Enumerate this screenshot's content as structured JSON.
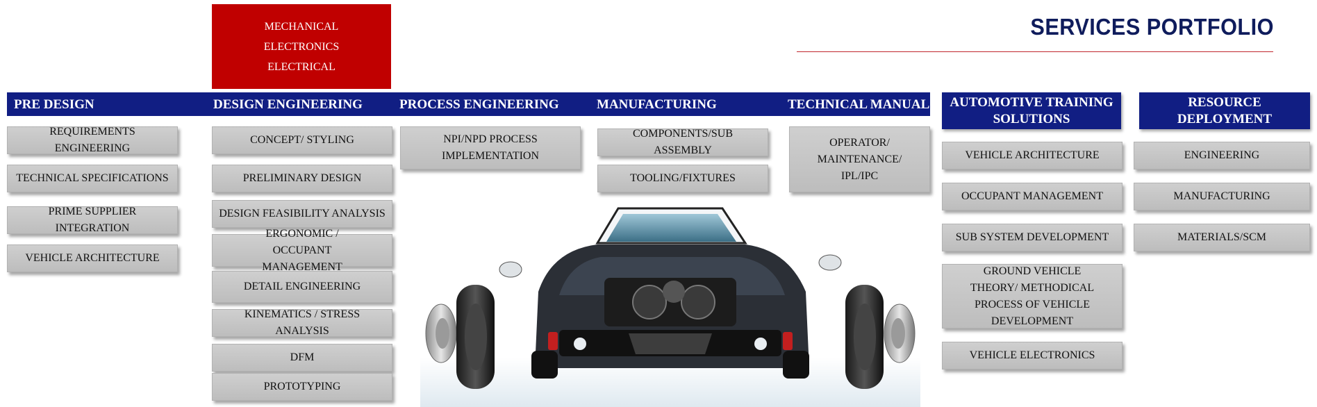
{
  "title": "SERVICES PORTFOLIO",
  "disciplines": [
    "MECHANICAL",
    "ELECTRONICS",
    "ELECTRICAL"
  ],
  "columns": {
    "pre_design": {
      "header": "PRE DESIGN",
      "items": [
        "REQUIREMENTS ENGINEERING",
        "TECHNICAL SPECIFICATIONS",
        "PRIME SUPPLIER INTEGRATION",
        "VEHICLE ARCHITECTURE"
      ]
    },
    "design_engineering": {
      "header": "DESIGN ENGINEERING",
      "items": [
        "CONCEPT/ STYLING",
        "PRELIMINARY DESIGN",
        "DESIGN FEASIBILITY ANALYSIS",
        "ERGONOMIC / OCCUPANT MANAGEMENT",
        "DETAIL ENGINEERING",
        "KINEMATICS / STRESS ANALYSIS",
        "DFM",
        "PROTOTYPING"
      ]
    },
    "process_engineering": {
      "header": "PROCESS ENGINEERING",
      "items": [
        "NPI/NPD PROCESS IMPLEMENTATION"
      ]
    },
    "manufacturing": {
      "header": "MANUFACTURING",
      "items": [
        "COMPONENTS/SUB ASSEMBLY",
        "TOOLING/FIXTURES"
      ]
    },
    "technical_manuals": {
      "header": "TECHNICAL MANUALS",
      "items": [
        "OPERATOR/ MAINTENANCE/ IPL/IPC"
      ]
    },
    "automotive_training": {
      "header": "AUTOMOTIVE TRAINING SOLUTIONS",
      "items": [
        "VEHICLE ARCHITECTURE",
        "OCCUPANT MANAGEMENT",
        "SUB SYSTEM DEVELOPMENT",
        "GROUND VEHICLE THEORY/ METHODICAL PROCESS OF VEHICLE DEVELOPMENT",
        "VEHICLE ELECTRONICS"
      ]
    },
    "resource_deployment": {
      "header": "RESOURCE DEPLOYMENT",
      "items": [
        "ENGINEERING",
        "MANUFACTURING",
        "MATERIALS/SCM"
      ]
    }
  },
  "colors": {
    "navy": "#111e83",
    "red": "#c00000",
    "grey": "#c6c6c6"
  }
}
